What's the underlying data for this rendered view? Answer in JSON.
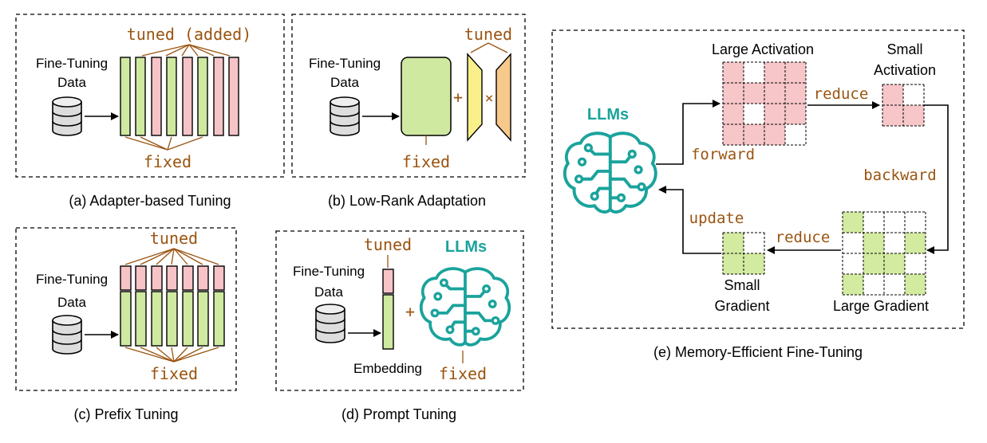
{
  "panels": {
    "a": {
      "caption": "(a) Adapter-based Tuning",
      "data_label_1": "Fine-Tuning",
      "data_label_2": "Data",
      "tuned": "tuned (added)",
      "fixed": "fixed"
    },
    "b": {
      "caption": "(b) Low-Rank Adaptation",
      "data_label_1": "Fine-Tuning",
      "data_label_2": "Data",
      "tuned": "tuned",
      "fixed": "fixed",
      "plus": "+",
      "times": "×"
    },
    "c": {
      "caption": "(c) Prefix Tuning",
      "data_label_1": "Fine-Tuning",
      "data_label_2": "Data",
      "tuned": "tuned",
      "fixed": "fixed"
    },
    "d": {
      "caption": "(d) Prompt Tuning",
      "data_label_1": "Fine-Tuning",
      "data_label_2": "Data",
      "tuned": "tuned",
      "fixed": "fixed",
      "embedding": "Embedding",
      "llms": "LLMs",
      "plus": "+"
    },
    "e": {
      "caption": "(e) Memory-Efficient Fine-Tuning",
      "llms": "LLMs",
      "large_activation": "Large Activation",
      "small_activation_1": "Small",
      "small_activation_2": "Activation",
      "reduce_top": "reduce",
      "forward": "forward",
      "backward": "backward",
      "update": "update",
      "reduce_bottom": "reduce",
      "small_gradient_1": "Small",
      "small_gradient_2": "Gradient",
      "large_gradient": "Large Gradient"
    }
  },
  "colors": {
    "tuned_pink": "#f6c3c6",
    "fixed_green": "#cfe9a1",
    "lora_yellow": "#f9f08c",
    "lora_orange": "#f7c98b",
    "annotation_brown": "#9a5410",
    "llm_teal": "#1aa39c"
  }
}
